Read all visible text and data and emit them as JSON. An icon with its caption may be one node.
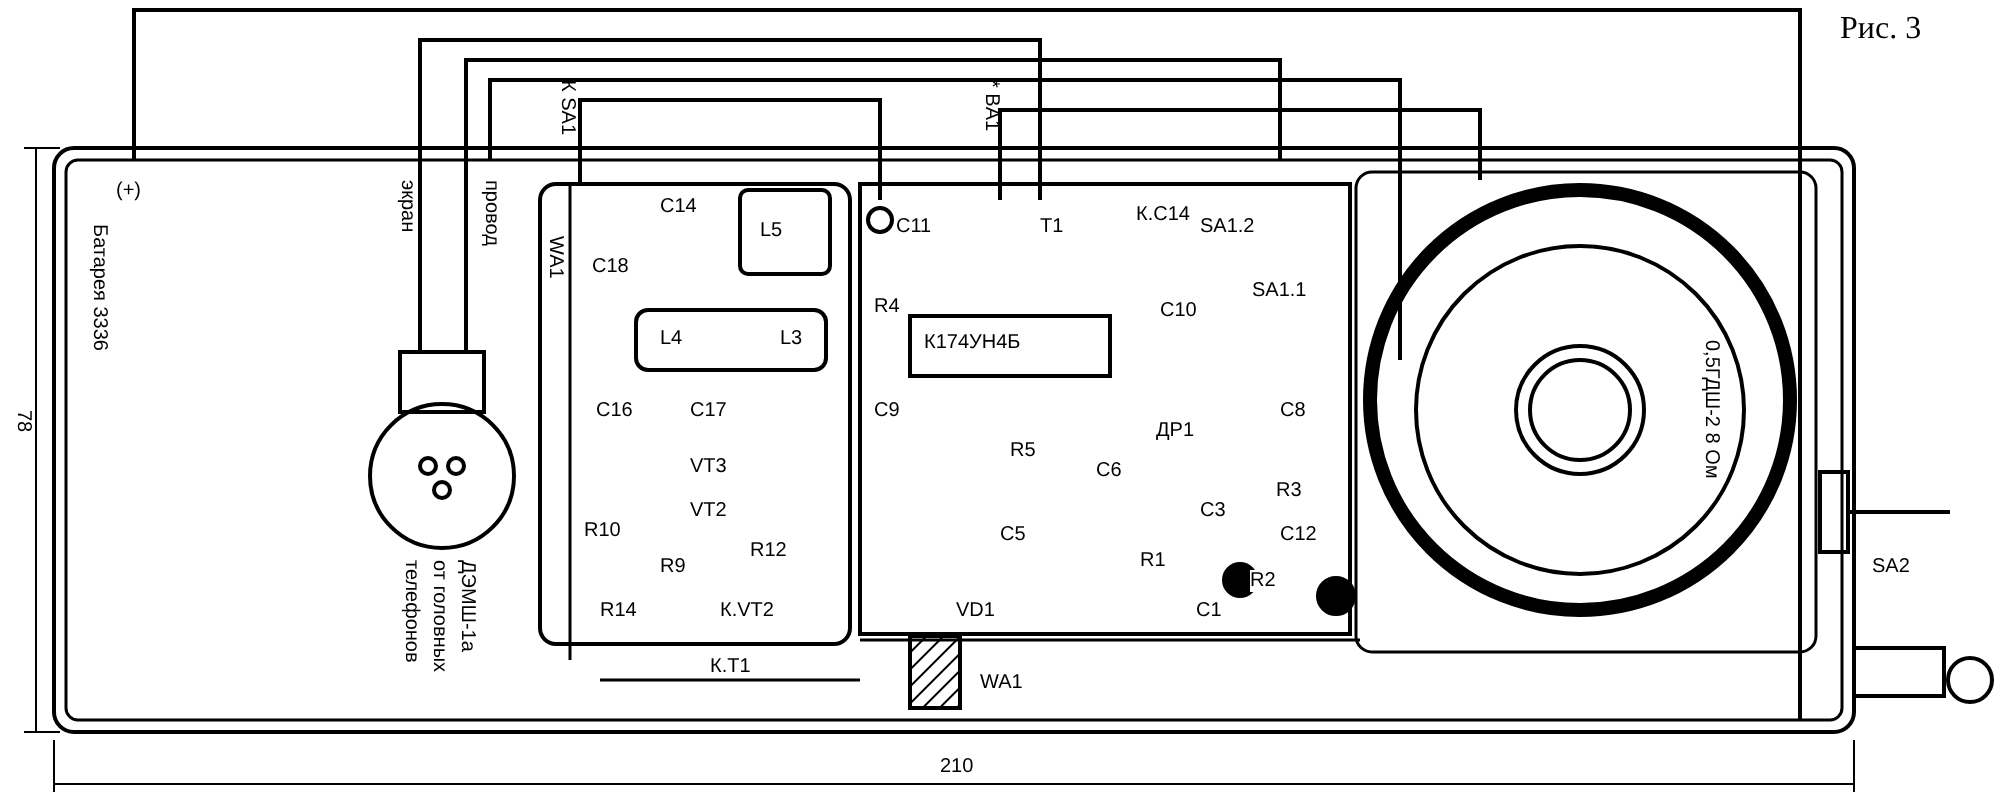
{
  "diagram": {
    "title": "Рис. 3",
    "labels": [
      "К SA1",
      "* BA1",
      "(+)",
      "Батарея 3336",
      "экран",
      "провод",
      "78",
      "телефонов",
      "от головных",
      "ДЭМШ-1а",
      "WA1",
      "C18",
      "C14",
      "L5",
      "L4",
      "L3",
      "C16",
      "C17",
      "R10",
      "VT3",
      "VT2",
      "R9",
      "R12",
      "R14",
      "К.VT2",
      "К.Т1",
      "C11",
      "Т1",
      "К.С14",
      "SA1.2",
      "SA1.1",
      "К174УН4Б",
      "R4",
      "C9",
      "C10",
      "R5",
      "C5",
      "C6",
      "ДР1",
      "C3",
      "R3",
      "C8",
      "C12",
      "R1",
      "C1",
      "R2",
      "VD1",
      "WA1",
      "0,5ГДШ-2 8 Ом",
      "SA2",
      "210"
    ]
  }
}
